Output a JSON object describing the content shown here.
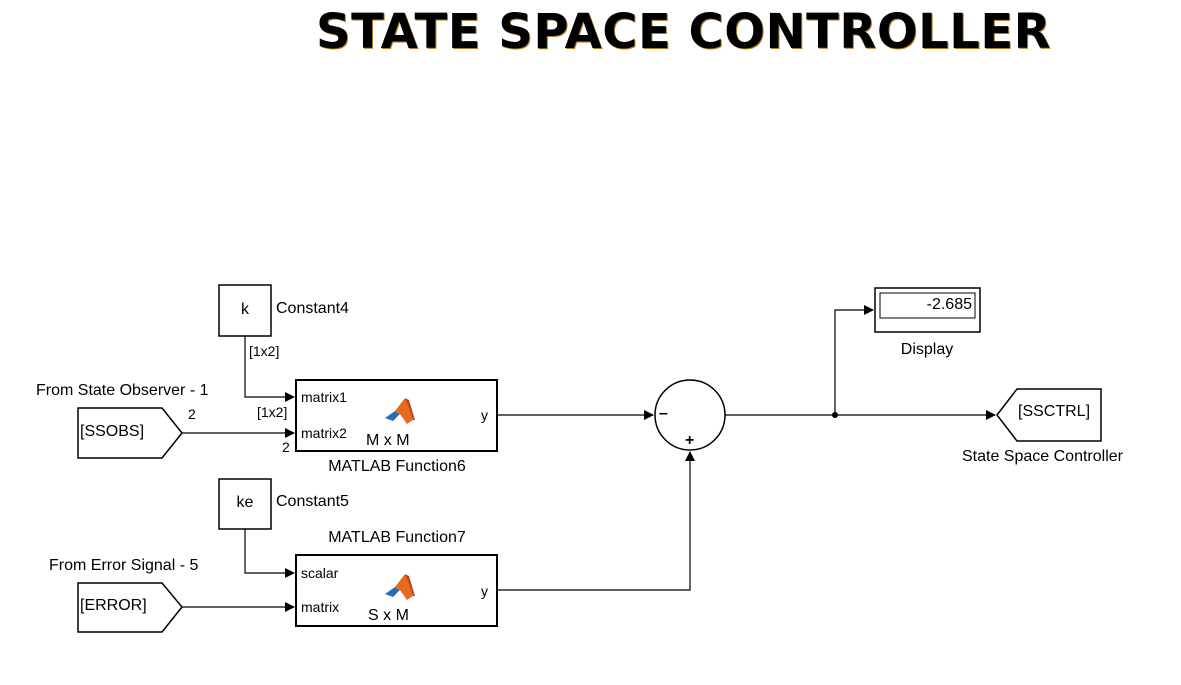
{
  "title": "STATE SPACE CONTROLLER",
  "blocks": {
    "constant4": {
      "value": "k",
      "name": "Constant4",
      "dim": "[1x2]"
    },
    "constant5": {
      "value": "ke",
      "name": "Constant5"
    },
    "from_ssobs": {
      "tag": "[SSOBS]",
      "caption": "From State Observer - 1",
      "width": "2"
    },
    "from_error": {
      "tag": "[ERROR]",
      "caption": "From Error Signal - 5"
    },
    "matlab_fn6": {
      "name": "MATLAB Function6",
      "in1": "matrix1",
      "in2": "matrix2",
      "out": "y",
      "op": "M  x  M",
      "dim_in1": "[1x2]",
      "width_in2": "2"
    },
    "matlab_fn7": {
      "name": "MATLAB Function7",
      "in1": "scalar",
      "in2": "matrix",
      "out": "y",
      "op": "S  x  M"
    },
    "sum": {
      "sign_top": "–",
      "sign_bottom": "+"
    },
    "display": {
      "name": "Display",
      "value": "-2.685"
    },
    "goto_ssctrl": {
      "tag": "[SSCTRL]",
      "caption": "State Space Controller"
    }
  },
  "colors": {
    "title_shadow": "#b07a22",
    "matlab_orange": "#e86a1e",
    "matlab_blue": "#2b6cb0"
  }
}
